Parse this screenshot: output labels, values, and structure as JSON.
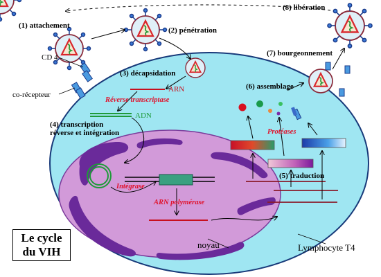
{
  "steps": {
    "s1": "(1) attachement",
    "s2": "(2) pénétration",
    "s3": "(3) décapsidation",
    "s4a": "(4) transcription",
    "s4b": "réverse et intégration",
    "s5": "(5) traduction",
    "s6": "(6) assemblage",
    "s7": "(7) bourgeonnement",
    "s8": "(8) libération"
  },
  "labels": {
    "cd4": "CD 4",
    "corecepteur": "co-récepteur",
    "arn": "ARN",
    "adn": "ADN",
    "noyau": "noyau",
    "lymphocyte": "Lymphocyte T4"
  },
  "enzymes": {
    "reverse": "Réverse transcriptase",
    "integrase": "Intégrase",
    "arn_pol": "ARN polymérase",
    "proteases": "Protéases"
  },
  "title": {
    "line1": "Le cycle",
    "line2": "du VIH"
  },
  "colors": {
    "cell_fill": "#9fe6f2",
    "cell_stroke": "#183a7a",
    "nucleus_fill": "#d29ad9",
    "chromatin": "#6a2a9a",
    "virus_envelope": "#e0f0f8",
    "virus_capsid": "#d9262c",
    "virus_core": "#3aa84a",
    "enzyme_text": "#e0102a",
    "rna_line": "#c8101e",
    "dna_line": "#1f9a3a"
  }
}
